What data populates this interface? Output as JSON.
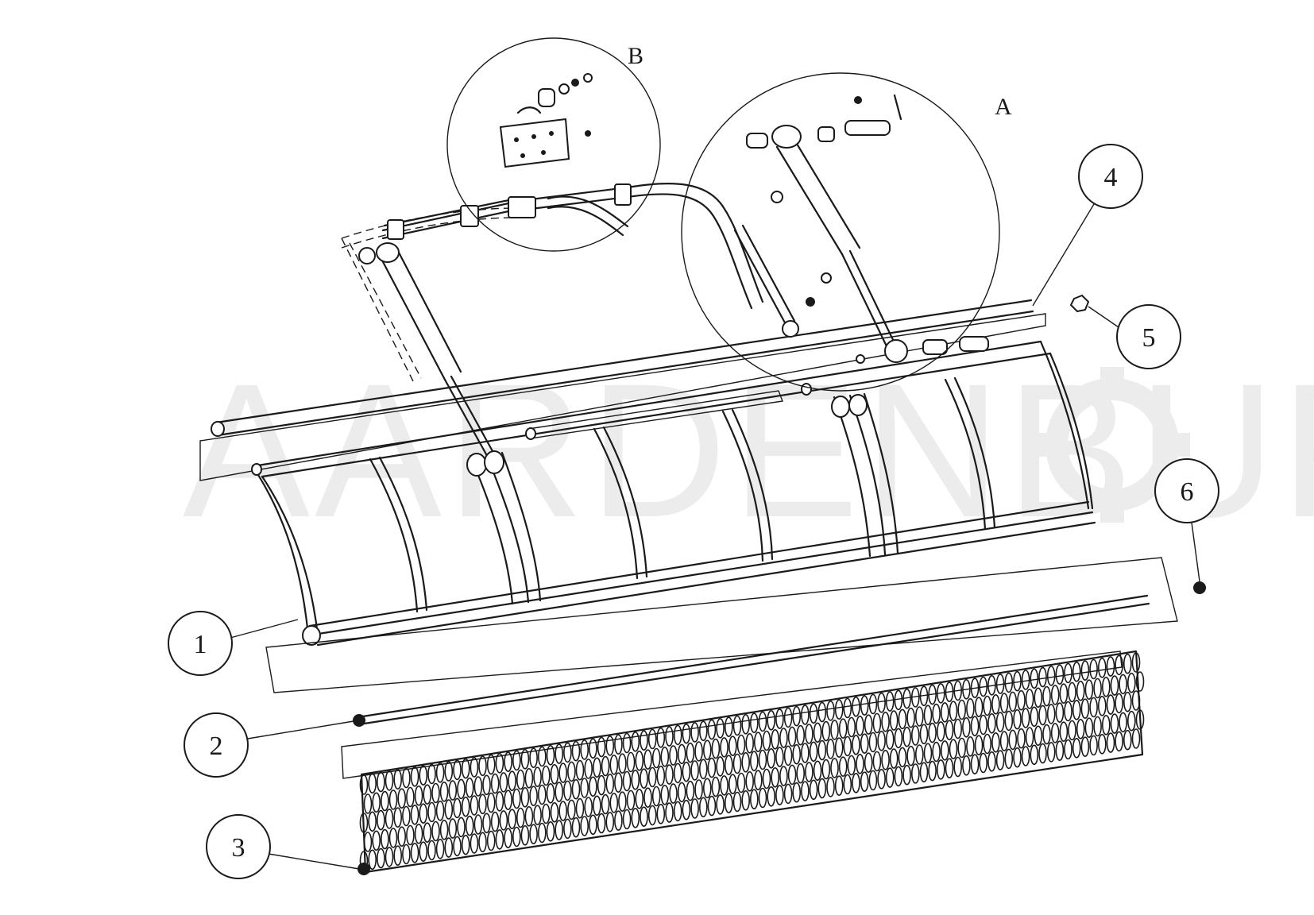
{
  "diagram": {
    "watermark": "AARDENBURG",
    "callouts": [
      {
        "id": "1",
        "label": "1"
      },
      {
        "id": "2",
        "label": "2"
      },
      {
        "id": "3",
        "label": "3"
      },
      {
        "id": "4",
        "label": "4"
      },
      {
        "id": "5",
        "label": "5"
      },
      {
        "id": "6",
        "label": "6"
      }
    ],
    "details": [
      {
        "id": "A",
        "label": "A"
      },
      {
        "id": "B",
        "label": "B"
      }
    ],
    "parts": [
      "blade-frame",
      "bottom-rod",
      "chain-curtain",
      "top-rod",
      "rod-nut",
      "end-cap"
    ],
    "colors": {
      "line": "#1a1a1a",
      "watermark": "#ececec",
      "background": "#ffffff"
    }
  }
}
